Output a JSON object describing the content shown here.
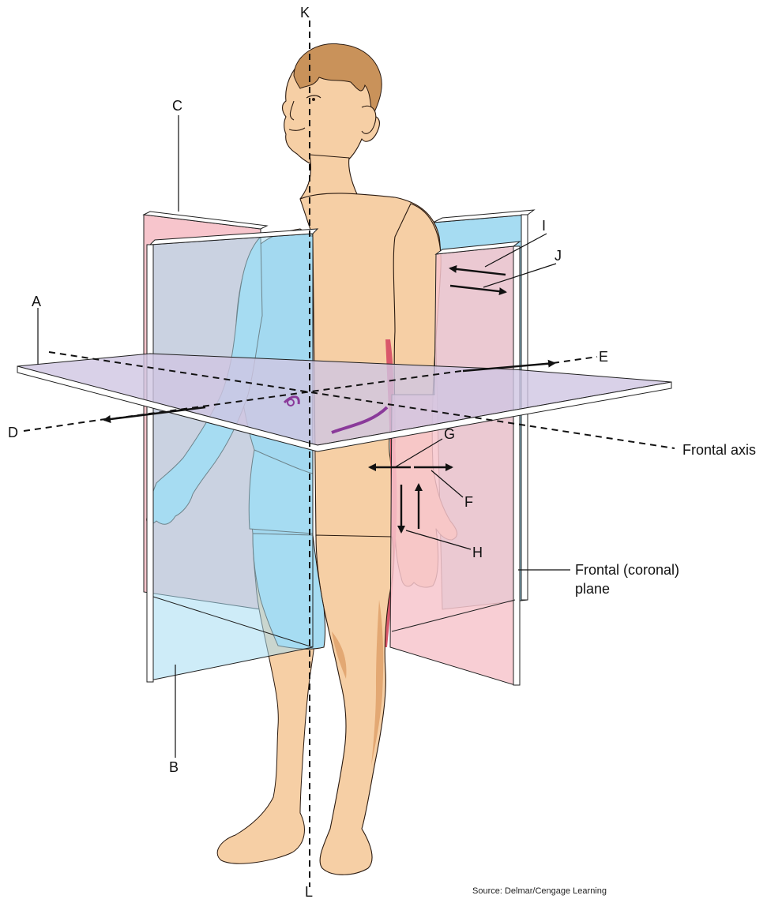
{
  "labels": {
    "A": "A",
    "B": "B",
    "C": "C",
    "D": "D",
    "E": "E",
    "F": "F",
    "G": "G",
    "H": "H",
    "I": "I",
    "J": "J",
    "K": "K",
    "L": "L",
    "frontal_axis": "Frontal axis",
    "frontal_plane_line1": "Frontal (coronal)",
    "frontal_plane_line2": "plane"
  },
  "source": "Source: Delmar/Cengage Learning",
  "colors": {
    "sagittal_plane": "#a6dcf2",
    "frontal_plane": "#f7c5cc",
    "transverse_plane": "#cfc5e2",
    "skin": "#f6cfa5",
    "hair": "#c9925a"
  }
}
